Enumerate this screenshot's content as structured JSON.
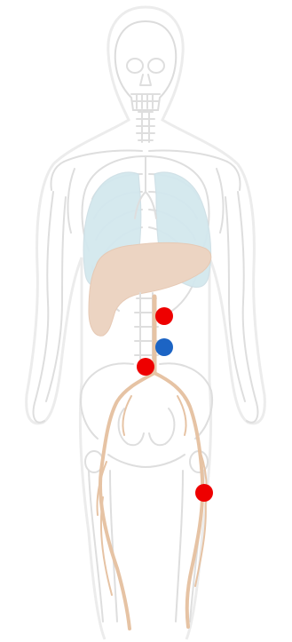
{
  "figure": {
    "colors": {
      "background": "#ffffff",
      "skeleton": "#dedede",
      "lungs": "#d3e8ee",
      "liver": "#ecd4c2",
      "vessel": "#e6c3a4"
    },
    "markers": [
      {
        "name": "marker-red-abdominal-upper",
        "color": "#ee0000"
      },
      {
        "name": "marker-blue-abdominal",
        "color": "#1c64c4"
      },
      {
        "name": "marker-red-bifurcation",
        "color": "#ee0000"
      },
      {
        "name": "marker-red-left-thigh",
        "color": "#ee0000"
      }
    ]
  }
}
